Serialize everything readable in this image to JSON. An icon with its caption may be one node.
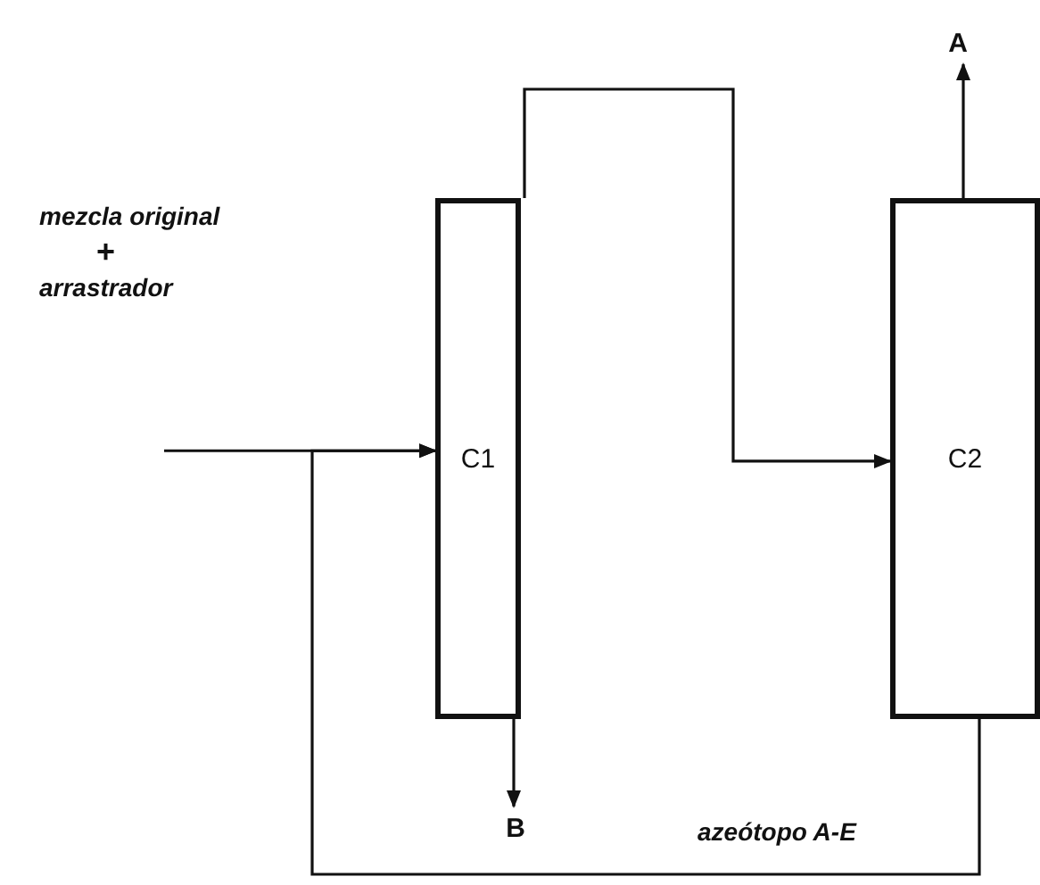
{
  "diagram": {
    "nodes": [
      {
        "text": [
          "C1"
        ]
      },
      {
        "text": [
          "C2"
        ]
      },
      {
        "text": [
          "A"
        ]
      },
      {
        "text": [
          "B"
        ]
      }
    ],
    "edges": [
      {
        "from": null,
        "to": 0,
        "arrow": "to"
      },
      {
        "from": 0,
        "to": 1,
        "arrow": "to"
      },
      {
        "from": 1,
        "to": 2,
        "arrow": "to"
      },
      {
        "from": 0,
        "to": 3,
        "arrow": "to"
      },
      {
        "from": 1,
        "to": 0,
        "arrow": "to",
        "label": "azeótopo A-E"
      }
    ],
    "labels": [
      "mezcla original",
      "+",
      "arrastrador"
    ]
  }
}
